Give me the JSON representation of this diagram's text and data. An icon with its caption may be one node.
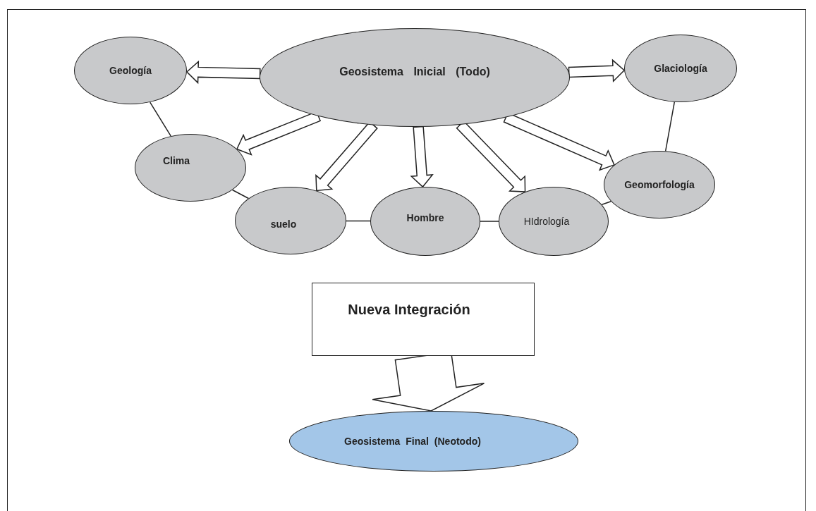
{
  "diagram": {
    "nodes": [
      {
        "text": [
          "Geosistema Inicial (Todo)"
        ]
      },
      {
        "text": [
          "Geología"
        ]
      },
      {
        "text": [
          "Glaciología"
        ]
      },
      {
        "text": [
          "Clima"
        ]
      },
      {
        "text": [
          "Geomorfología"
        ]
      },
      {
        "text": [
          "suelo"
        ]
      },
      {
        "text": [
          "Hombre"
        ]
      },
      {
        "text": [
          "HIdrología"
        ]
      },
      {
        "text": [
          "Nueva Integración"
        ]
      },
      {
        "text": [
          "Geosistema Final (Neotodo)"
        ]
      }
    ],
    "edges": [
      {
        "from": 0,
        "to": 1,
        "arrow": "to"
      },
      {
        "from": 0,
        "to": 3,
        "arrow": "to"
      },
      {
        "from": 0,
        "to": 5,
        "arrow": "to"
      },
      {
        "from": 0,
        "to": 6,
        "arrow": "to"
      },
      {
        "from": 0,
        "to": 7,
        "arrow": "to"
      },
      {
        "from": 0,
        "to": 4,
        "arrow": "to"
      },
      {
        "from": 0,
        "to": 2,
        "arrow": "to"
      },
      {
        "from": 1,
        "to": 3,
        "arrow": "none"
      },
      {
        "from": 3,
        "to": 5,
        "arrow": "none"
      },
      {
        "from": 5,
        "to": 6,
        "arrow": "none"
      },
      {
        "from": 6,
        "to": 7,
        "arrow": "none"
      },
      {
        "from": 7,
        "to": 4,
        "arrow": "none"
      },
      {
        "from": 4,
        "to": 2,
        "arrow": "none"
      },
      {
        "from": 8,
        "to": 9,
        "arrow": "to"
      }
    ]
  }
}
